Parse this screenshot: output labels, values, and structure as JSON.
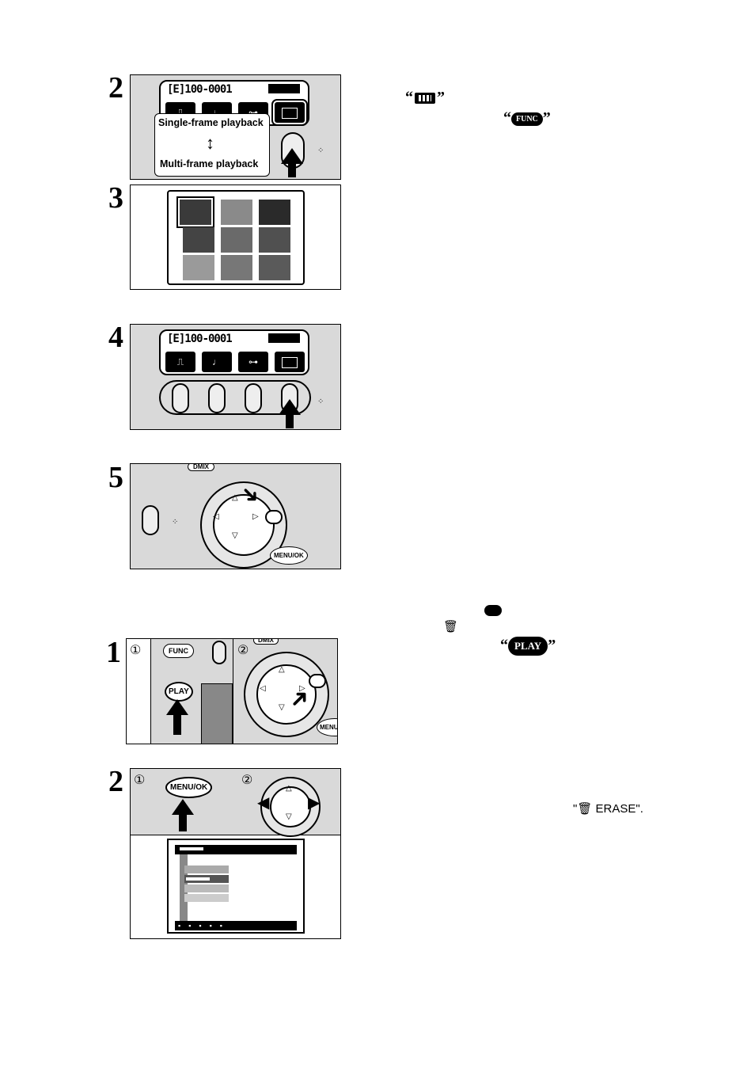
{
  "section1": {
    "step2": {
      "number": "2",
      "lcd_title": "[E]100-0001",
      "callout_top": "Single-frame playback",
      "callout_bottom": "Multi-frame playback"
    },
    "step3": {
      "number": "3"
    },
    "step4": {
      "number": "4",
      "lcd_title": "[E]100-0001"
    },
    "step5": {
      "number": "5",
      "dmix_label": "DMIX",
      "menu_label": "MENU/OK"
    },
    "quote_multi_icon": "multi-frame-icon",
    "quote_func_label": "FUNC"
  },
  "section2": {
    "erase_icon": "trash-icon",
    "step1": {
      "number": "1",
      "circle1": "①",
      "circle2": "②",
      "func_label": "FUNC",
      "play_label": "PLAY",
      "dmix_label": "DMIX",
      "menu_label": "MENU/OK"
    },
    "step2": {
      "number": "2",
      "circle1": "①",
      "circle2": "②",
      "menu_label": "MENU/OK"
    },
    "quote_play_label": "PLAY",
    "erase_text": "\" ERASE\"."
  }
}
